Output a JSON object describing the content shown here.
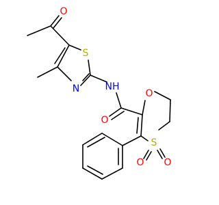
{
  "molecule": {
    "atom_colors": {
      "O": "#ff0000",
      "N": "#0000ff",
      "S": "#b2b200"
    },
    "labels": {
      "acetyl_oxygen": "O",
      "thiazole_sulfur": "S",
      "thiazole_nitrogen": "N",
      "amide_nitrogen": "NH",
      "amide_oxygen": "O",
      "ring_oxygen": "O",
      "ring_sulfur": "S",
      "sulfone_oxygen_left": "O",
      "sulfone_oxygen_right": "O"
    }
  }
}
